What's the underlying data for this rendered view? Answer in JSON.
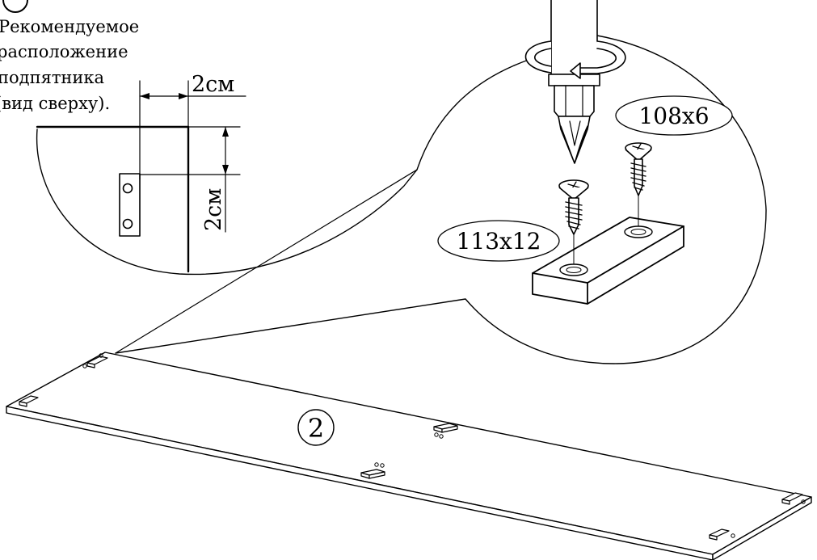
{
  "note": {
    "lines": [
      "Рекомендуемое",
      "расположение",
      "подпятника",
      "(вид сверху)."
    ]
  },
  "dimensions": {
    "horizontal": "2см",
    "vertical": "2см"
  },
  "hardware": {
    "screw_small": "108х6",
    "screw_large": "113х12"
  },
  "part_number": "2",
  "colors": {
    "line": "#000000",
    "background": "#ffffff"
  },
  "icons": [
    "drill-bit-icon",
    "rotation-arrow-icon",
    "screw-icon",
    "step-number-circle-icon"
  ]
}
